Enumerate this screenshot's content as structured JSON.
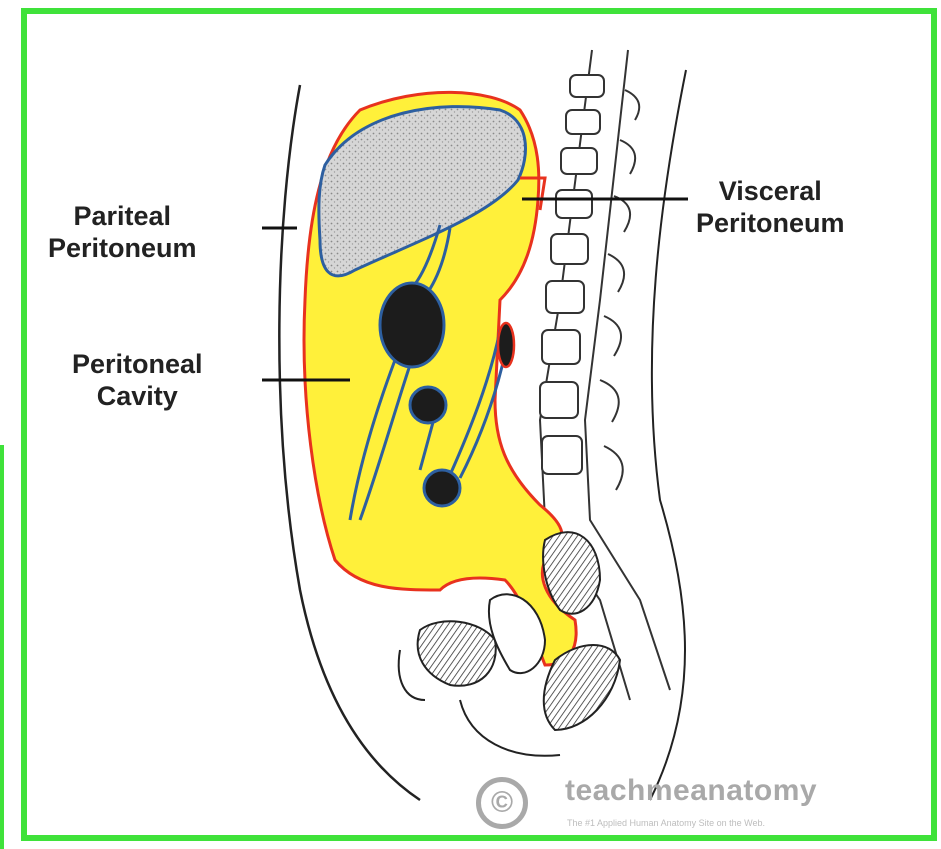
{
  "labels": {
    "parietal_line1": "Pariteal",
    "parietal_line2": "Peritoneum",
    "visceral_line1": "Visceral",
    "visceral_line2": "Peritoneum",
    "cavity_line1": "Peritoneal",
    "cavity_line2": "Cavity"
  },
  "watermark": {
    "symbol": "©",
    "brand": "teachmeanatomy",
    "tagline": "The #1 Applied Human Anatomy Site on the Web."
  },
  "colors": {
    "frame": "#3fe23a",
    "cavity_fill": "#fff03a",
    "parietal_line": "#e8321e",
    "visceral_line": "#2d5fa0",
    "liver_fill": "#cfcfcf",
    "ink": "#222222"
  }
}
